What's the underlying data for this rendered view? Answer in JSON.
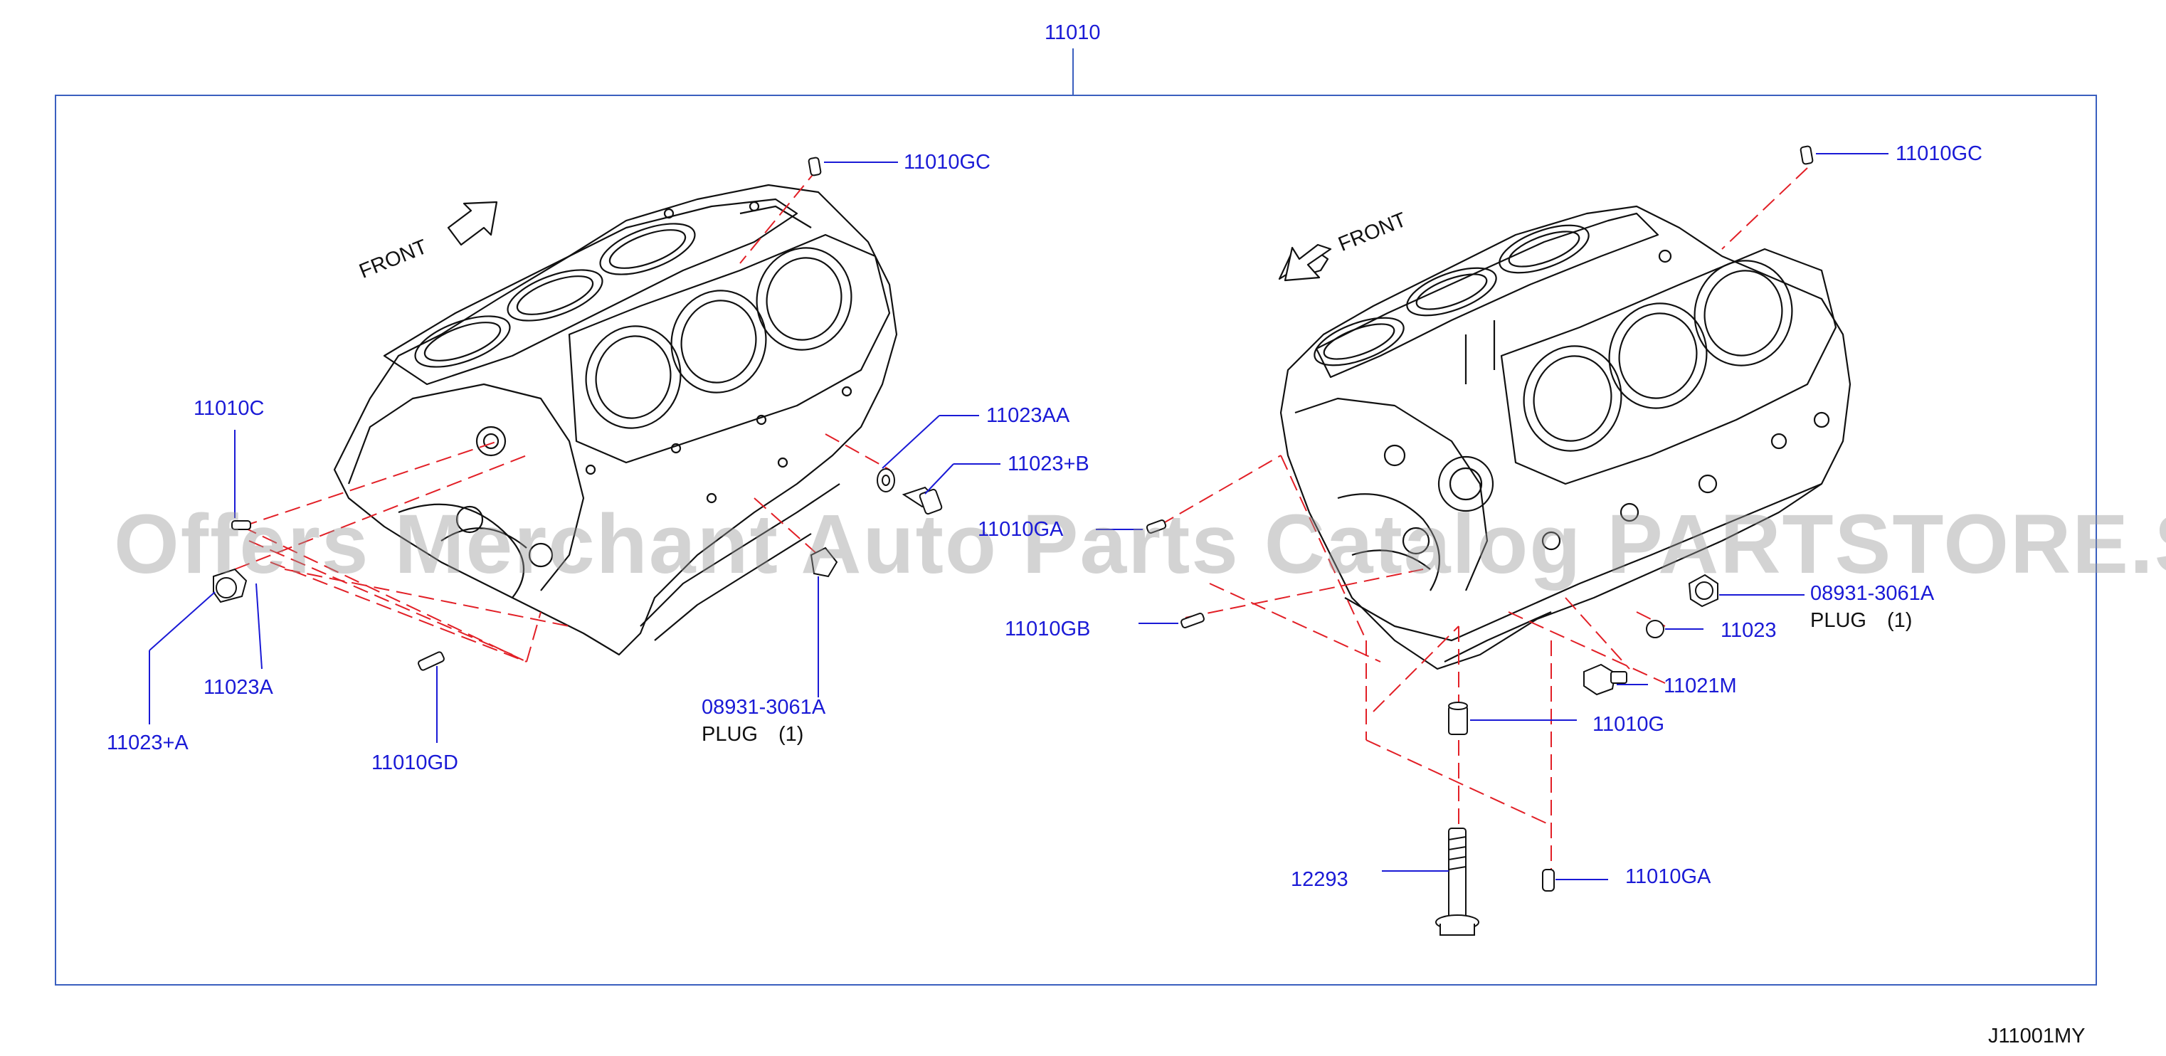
{
  "diagram_code": "J11001MY",
  "watermark": "Offers Merchant Auto Parts Catalog PARTSTORE.SA",
  "front_label": "FRONT",
  "colors": {
    "callout": "#1a1ad6",
    "frame": "#3a5fbf",
    "phantom": "#e21f26",
    "ink": "#111111"
  },
  "icons": [
    "front-arrow-icon",
    "engine-block-icon",
    "plug-icon",
    "bolt-icon",
    "dowel-pin-icon",
    "washer-icon"
  ],
  "parts": {
    "p11010": "11010",
    "p11010gc_left": "11010GC",
    "p11010gc_right": "11010GC",
    "p11010c": "11010C",
    "p11023aa": "11023AA",
    "p11023b": "11023+B",
    "p11010ga_mid": "11010GA",
    "p11023a": "11023A",
    "p11023_plus_a": "11023+A",
    "p11010gd": "11010GD",
    "p08931_left": "08931-3061A",
    "plug_left": "PLUG",
    "plug_left_qty": "(1)",
    "p08931_right": "08931-3061A",
    "plug_right": "PLUG",
    "plug_right_qty": "(1)",
    "p11010gb": "11010GB",
    "p11023": "11023",
    "p11021m": "11021M",
    "p11010g": "11010G",
    "p12293": "12293",
    "p11010ga_bottom": "11010GA"
  }
}
